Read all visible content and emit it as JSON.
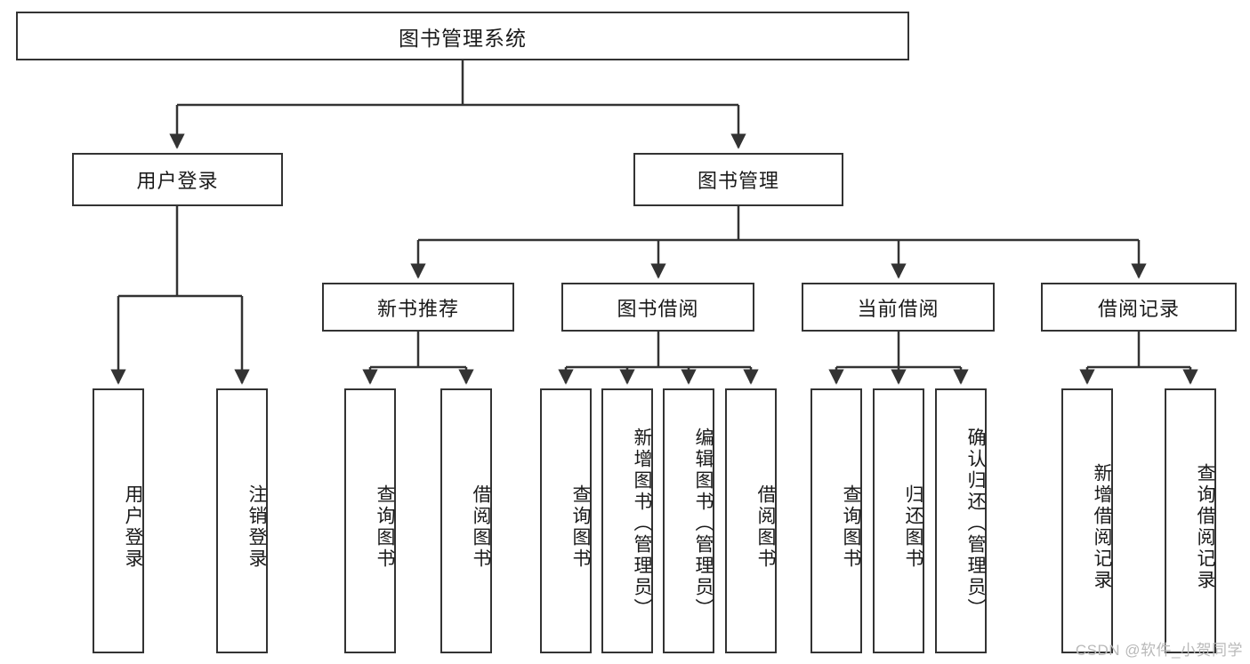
{
  "diagram": {
    "title": "图书管理系统",
    "type": "hierarchy-tree",
    "watermark": "CSDN @软件_小贺同学",
    "colors": {
      "box_border": "#333333",
      "box_fill": "#ffffff",
      "connector": "#333333",
      "text": "#1a1a1a",
      "watermark": "#b9b9b9",
      "background": "#ffffff"
    },
    "root": {
      "label": "图书管理系统"
    },
    "level1": [
      {
        "label": "用户登录"
      },
      {
        "label": "图书管理"
      }
    ],
    "level2": [
      {
        "label": "新书推荐"
      },
      {
        "label": "图书借阅"
      },
      {
        "label": "当前借阅"
      },
      {
        "label": "借阅记录"
      }
    ],
    "leaves": {
      "user_login": [
        {
          "label": "用户登录"
        },
        {
          "label": "注销登录"
        }
      ],
      "new_book_recommend": [
        {
          "label": "查询图书"
        },
        {
          "label": "借阅图书"
        }
      ],
      "book_borrow": [
        {
          "label": "查询图书"
        },
        {
          "label": "新增图书（管理员）"
        },
        {
          "label": "编辑图书（管理员）"
        },
        {
          "label": "借阅图书"
        }
      ],
      "current_borrow": [
        {
          "label": "查询图书"
        },
        {
          "label": "归还图书"
        },
        {
          "label": "确认归还（管理员）"
        }
      ],
      "borrow_record": [
        {
          "label": "新增借阅记录"
        },
        {
          "label": "查询借阅记录"
        }
      ]
    }
  }
}
